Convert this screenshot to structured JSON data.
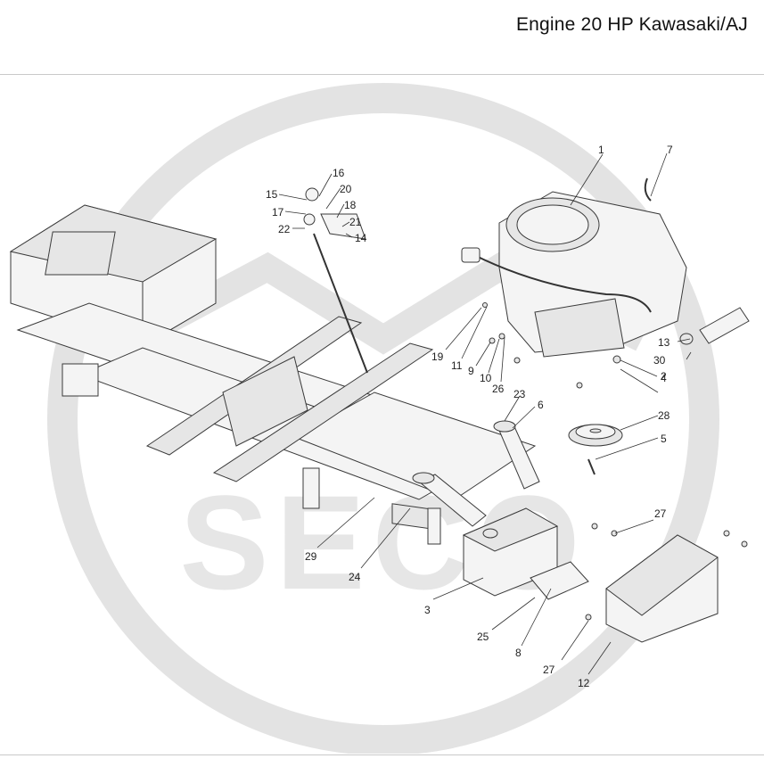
{
  "title": "Engine 20 HP Kawasaki/AJ",
  "watermark": {
    "text": "SECO"
  },
  "colors": {
    "line": "#3a3a3a",
    "watermark": "#e3e3e3",
    "divider": "#c9c9c9"
  },
  "callouts": [
    {
      "id": "1",
      "text": "1"
    },
    {
      "id": "2",
      "text": "2"
    },
    {
      "id": "3",
      "text": "3"
    },
    {
      "id": "4",
      "text": "4"
    },
    {
      "id": "5",
      "text": "5"
    },
    {
      "id": "6",
      "text": "6"
    },
    {
      "id": "7",
      "text": "7"
    },
    {
      "id": "8",
      "text": "8"
    },
    {
      "id": "9",
      "text": "9"
    },
    {
      "id": "10",
      "text": "10"
    },
    {
      "id": "11",
      "text": "11"
    },
    {
      "id": "12",
      "text": "12"
    },
    {
      "id": "13",
      "text": "13"
    },
    {
      "id": "14",
      "text": "14"
    },
    {
      "id": "15",
      "text": "15"
    },
    {
      "id": "16",
      "text": "16"
    },
    {
      "id": "17",
      "text": "17"
    },
    {
      "id": "18",
      "text": "18"
    },
    {
      "id": "19",
      "text": "19"
    },
    {
      "id": "20",
      "text": "20"
    },
    {
      "id": "21",
      "text": "21"
    },
    {
      "id": "22",
      "text": "22"
    },
    {
      "id": "23",
      "text": "23"
    },
    {
      "id": "24",
      "text": "24"
    },
    {
      "id": "25",
      "text": "25"
    },
    {
      "id": "26",
      "text": "26"
    },
    {
      "id": "27a",
      "text": "27"
    },
    {
      "id": "27b",
      "text": "27"
    },
    {
      "id": "28",
      "text": "28"
    },
    {
      "id": "29",
      "text": "29"
    },
    {
      "id": "30",
      "text": "30"
    }
  ]
}
